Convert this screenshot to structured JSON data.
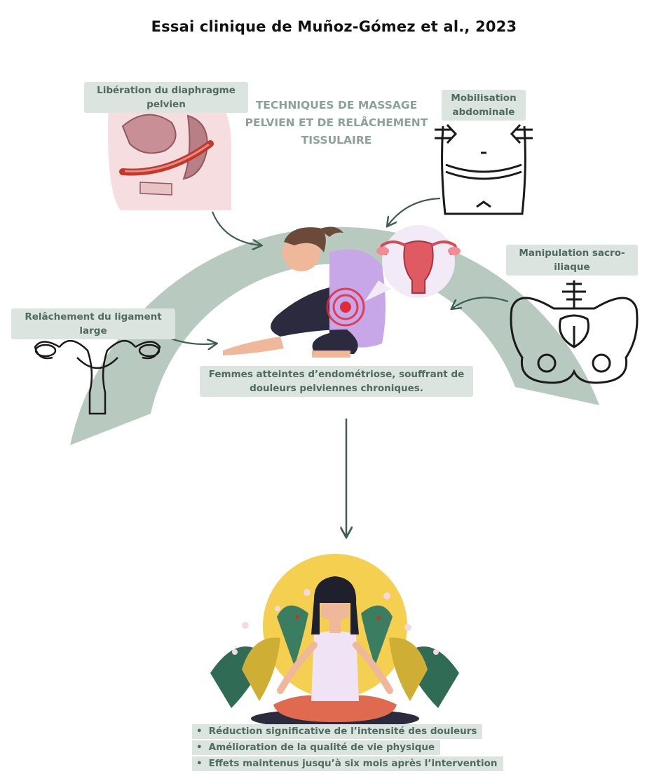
{
  "title": "Essai clinique de Muñoz-Gómez et al., 2023",
  "section_title": "TECHNIQUES DE MASSAGE PELVIEN ET DE RELÂCHEMENT TISSULAIRE",
  "techniques": {
    "diaphragm": "Libération du diaphragme pelvien",
    "abdominal": "Mobilisation abdominale",
    "sacroiliac": "Manipulation sacro-iliaque",
    "ligament": "Relâchement du ligament large"
  },
  "population": "Femmes atteintes d’endométriose, souffrant de douleurs pelviennes chroniques.",
  "outcomes": [
    "Réduction significative de l’intensité des douleurs",
    "Amélioration de la qualité de vie physique",
    "Effets maintenus jusqu’à six mois après l’intervention"
  ],
  "colors": {
    "arc": "#b8c9c0",
    "label_bg": "#dbe4df",
    "label_text": "#4f6b5f",
    "arrow": "#3f5e52",
    "sun": "#f5cf4f",
    "pain": "#e02a3b"
  },
  "icons": [
    "pelvic-floor-diagram-icon",
    "abdomen-icon",
    "pelvis-bone-icon",
    "uterus-outline-icon",
    "uterus-icon",
    "sitting-woman-icon",
    "meditating-woman-icon"
  ]
}
